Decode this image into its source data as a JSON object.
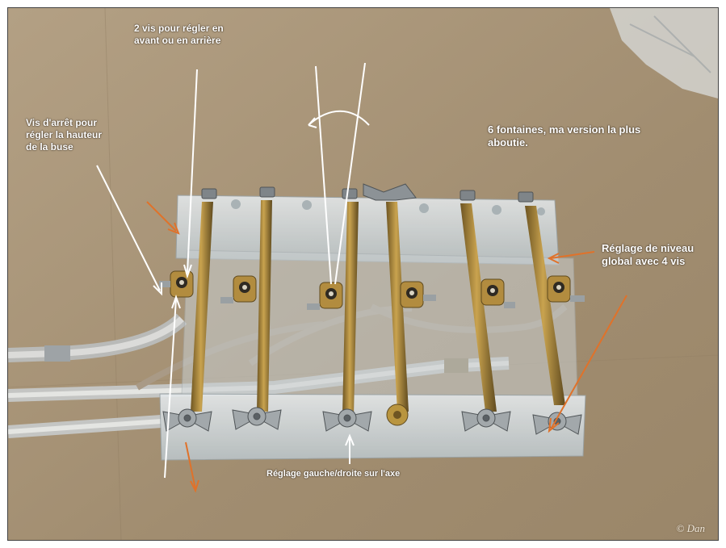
{
  "photo": {
    "subject": "six-nozzle fountain jig",
    "palette": {
      "cardboard": "#a89478",
      "brass": "#b08a3e",
      "acrylic": "#d7dde0",
      "tube": "#d8d9d8",
      "arrow_white": "#ffffff",
      "arrow_orange": "#e0722a"
    }
  },
  "annotations": {
    "screws_forward_back": "2 vis pour régler en\navant ou en arrière",
    "stop_screw": "Vis d'arrêt pour\nrégler la hauteur\nde la buse",
    "six_fountains": "6 fontaines, ma version la plus\naboutie.",
    "level_adjust": "Réglage de niveau\nglobal avec 4 vis",
    "left_right_adjust": "Réglage gauche/droite sur l'axe"
  },
  "watermark": "© Dan"
}
